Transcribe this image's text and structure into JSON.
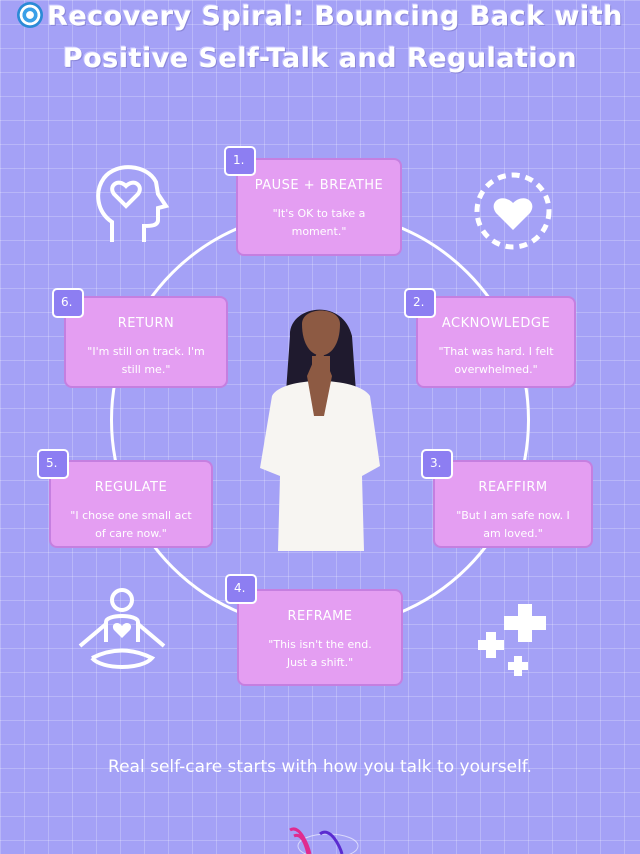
{
  "title": "Recovery Spiral: Bouncing Back with Positive Self-Talk and Regulation",
  "steps": [
    {
      "num": "1.",
      "heading": "PAUSE + BREATHE",
      "quote": "\"It's OK to take a moment.\""
    },
    {
      "num": "2.",
      "heading": "ACKNOWLEDGE",
      "quote": "\"That was hard. I felt overwhelmed.\""
    },
    {
      "num": "3.",
      "heading": "REAFFIRM",
      "quote": "\"But I am safe now. I am loved.\""
    },
    {
      "num": "4.",
      "heading": "REFRAME",
      "quote": "\"This isn't the end. Just a shift.\""
    },
    {
      "num": "5.",
      "heading": "REGULATE",
      "quote": "\"I chose one small act of care now.\""
    },
    {
      "num": "6.",
      "heading": "RETURN",
      "quote": "\"I'm still on track. I'm still me.\""
    }
  ],
  "footer": "Real self-care starts with how you talk to yourself.",
  "colors": {
    "background": "#a4a1f6",
    "card": "#e49ef2",
    "badge": "#8d7ef2"
  }
}
